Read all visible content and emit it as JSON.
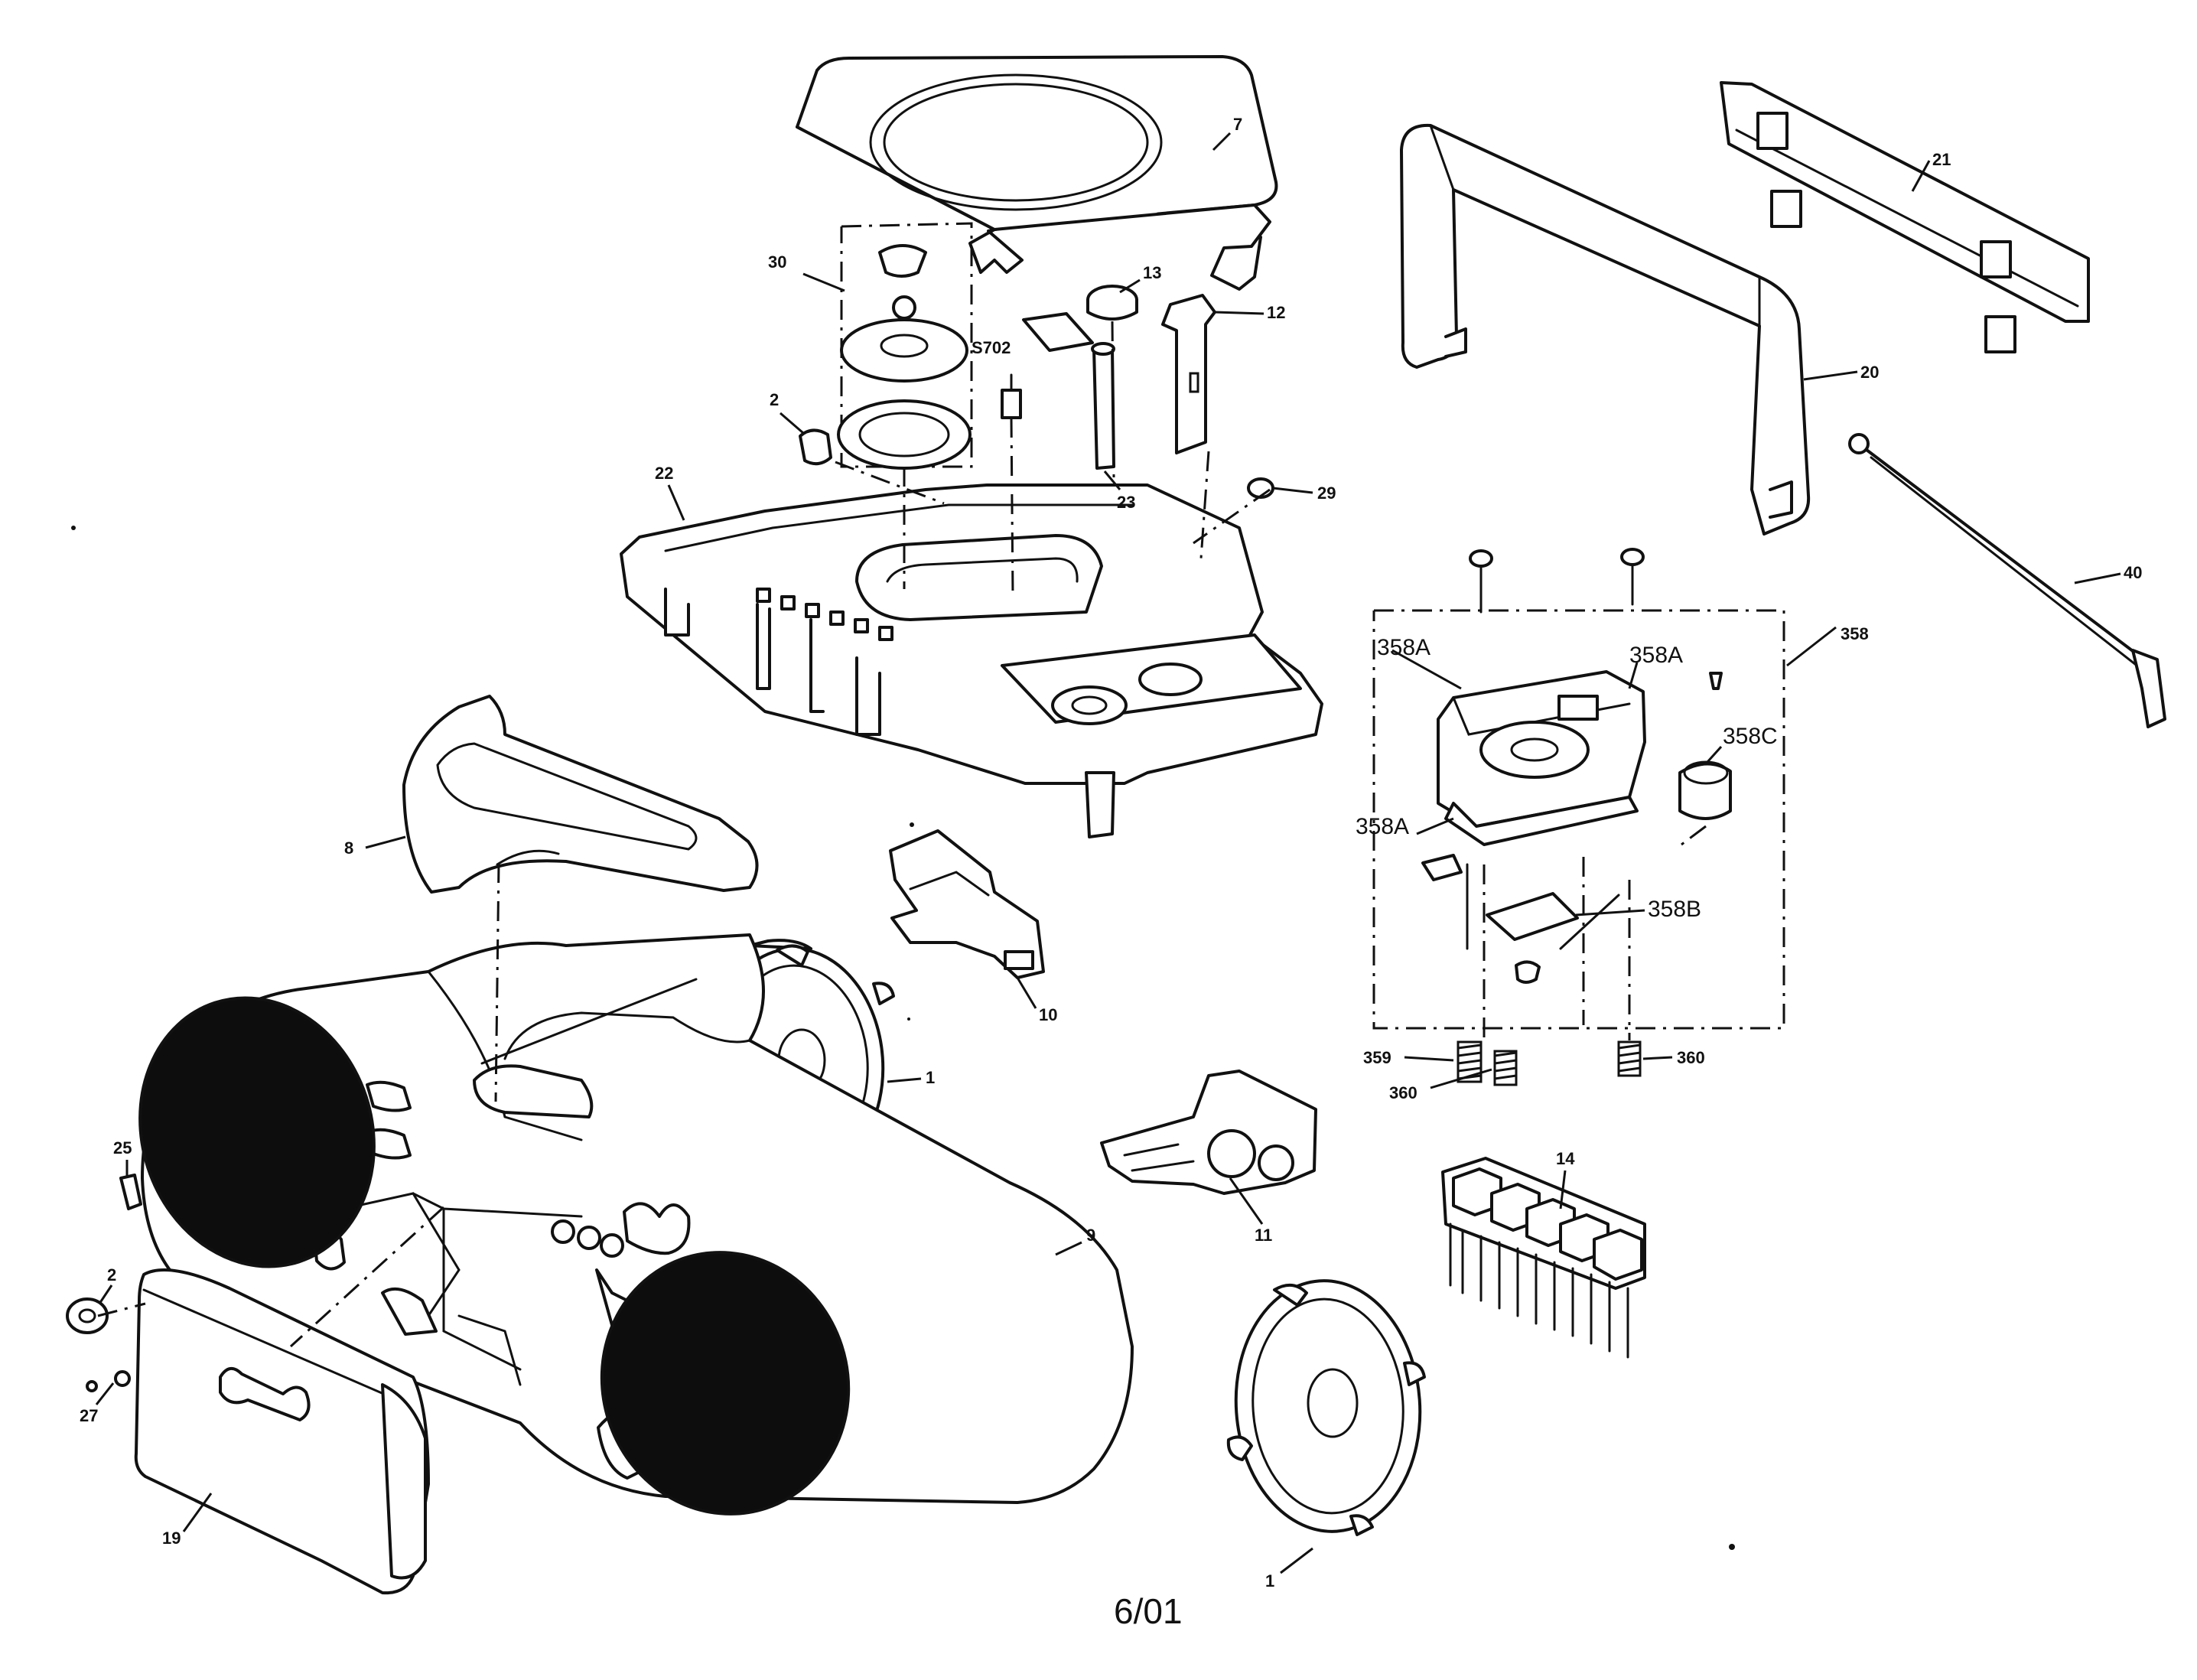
{
  "labels": {
    "p7": "7",
    "p30": "30",
    "p13": "13",
    "p12": "12",
    "ps702": "S702",
    "p2a": "2",
    "p22": "22",
    "p23": "23",
    "p29": "29",
    "p21": "21",
    "p20": "20",
    "p40": "40",
    "p358": "358",
    "p358a1": "358A",
    "p358a2": "358A",
    "p358a3": "358A",
    "p358b": "358B",
    "p358c": "358C",
    "p359": "359",
    "p360a": "360",
    "p360b": "360",
    "p8": "8",
    "p10": "10",
    "p1a": "1",
    "p1b": "1",
    "p25": "25",
    "p2b": "2",
    "p27": "27",
    "p19": "19",
    "p9": "9",
    "p11": "11",
    "p14": "14"
  },
  "footer": "6/01",
  "colors": {
    "ink": "#111111",
    "paper": "#ffffff",
    "grille": "#0d0d0d"
  }
}
